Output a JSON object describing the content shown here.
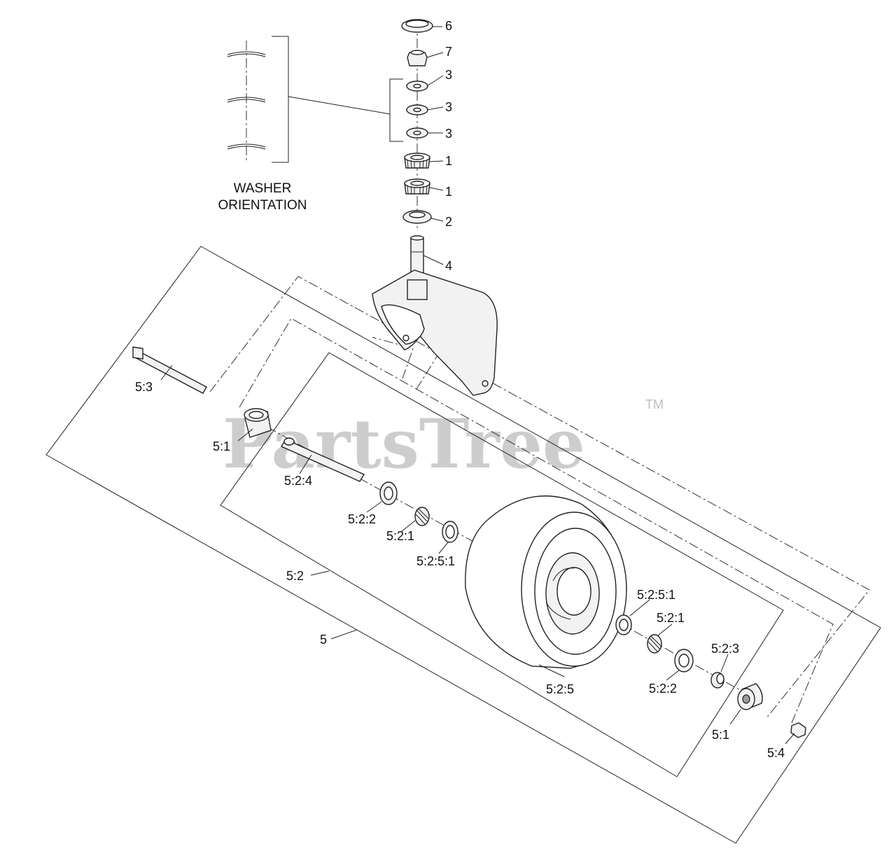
{
  "watermark": {
    "text": "PartsTree",
    "tm": "TM"
  },
  "caption": {
    "line1": "WASHER",
    "line2": "ORIENTATION"
  },
  "callouts": {
    "c6": "6",
    "c7": "7",
    "c3a": "3",
    "c3b": "3",
    "c3c": "3",
    "c1a": "1",
    "c1b": "1",
    "c2": "2",
    "c4": "4",
    "c5_3": "5:3",
    "c5_1_left": "5:1",
    "c5_2_4": "5:2:4",
    "c5_2_2_left": "5:2:2",
    "c5_2_1_left": "5:2:1",
    "c5_2_5_1_left": "5:2:5:1",
    "c5_2": "5:2",
    "c5": "5",
    "c5_2_5_1_right": "5:2:5:1",
    "c5_2_1_right": "5:2:1",
    "c5_2_3": "5:2:3",
    "c5_2_5": "5:2:5",
    "c5_2_2_right": "5:2:2",
    "c5_1_right": "5:1",
    "c5_4": "5:4"
  }
}
